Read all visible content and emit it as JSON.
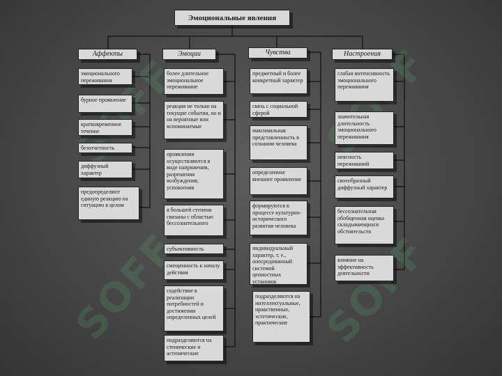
{
  "title": "Эмоциональные явления",
  "watermark": "SOFF",
  "affects": {
    "header": "Аффекты",
    "items": [
      "эмоционального переживания",
      "бурное проявление",
      "кратковременное течение",
      "безотчетность",
      "диффузный характер",
      "предопределяют единую реакцию на ситуацию в целом"
    ]
  },
  "emotions": {
    "header": "Эмоции",
    "items": [
      "более длительное эмоциональное переживание",
      "реакция не только на текущие события, но и на вероятные или вспоминаемые",
      "проявления осуществляются в виде напряжения, разрешения возбуждения, успокоения",
      "в большей степени связаны с областью бессознательного",
      "субъективность",
      "смещенность к началу действия",
      "содействие в реализации потребностей и достижении определенных целей",
      "подразделяются на стенические и астенические"
    ]
  },
  "feelings": {
    "header": "Чувства",
    "items": [
      "предметный и более конкретный характер",
      "связь с социальной сферой",
      "максимальная представленность в сознании человека",
      "определенное внешнее проявление",
      "формируются в процессе культурно-исторического развития человека",
      "индивидуальный характер, т. е., опосредованный системой ценностных установок",
      "подразделяются на интеллектуальные, нравственные, эстетические, практические"
    ]
  },
  "moods": {
    "header": "Настроения",
    "items": [
      "слабая интенсивность эмоционального переживания",
      "значительная длительность эмоционального переживания",
      "неясность переживаний",
      "своеобразный диффузный характер",
      "бессознательная обобщенная оценка складывающихся обстоятельств",
      "влияние на эффективность деятельности"
    ]
  }
}
